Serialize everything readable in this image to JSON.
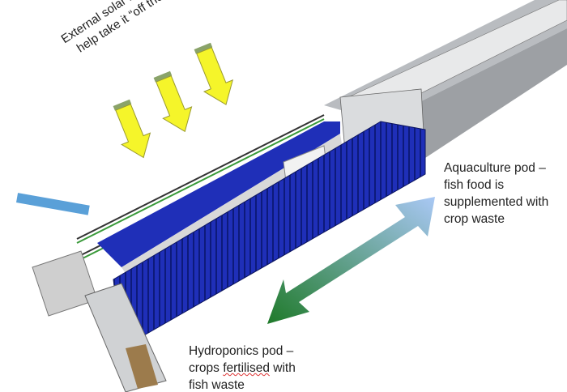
{
  "annotations": {
    "solar": {
      "line1": "External solar PV arrays",
      "line2": "help take it “off the grid”"
    },
    "aquaculture": {
      "line1": "Aquaculture pod –",
      "line2": "fish food is",
      "line3": "supplemented with",
      "line4": "crop waste"
    },
    "hydroponics": {
      "line1": "Hydroponics pod –",
      "line2a": "crops ",
      "line2b": "fertilised",
      "line2c": " with",
      "line3": "fish waste"
    }
  },
  "colors": {
    "container_blue": "#1f2fb8",
    "solar_arrow": "#f5f52a",
    "exchange_green": "#1f7a2a",
    "exchange_blue": "#a9c8f5",
    "pod_gray": "#c9ccd0"
  }
}
